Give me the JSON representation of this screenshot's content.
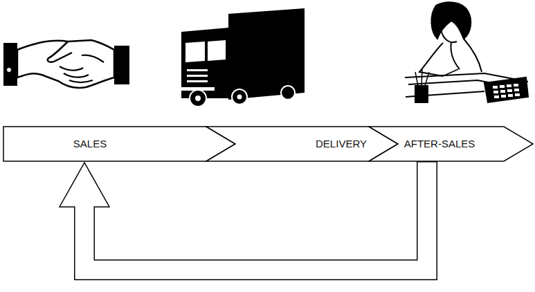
{
  "diagram": {
    "nodes": [
      {
        "text": [
          "SALES"
        ]
      },
      {
        "text": [
          "DELIVERY"
        ]
      },
      {
        "text": [
          "AFTER-SALES"
        ]
      }
    ],
    "edges": [
      {
        "from": 2,
        "to": 0,
        "arrow": "to"
      }
    ]
  }
}
